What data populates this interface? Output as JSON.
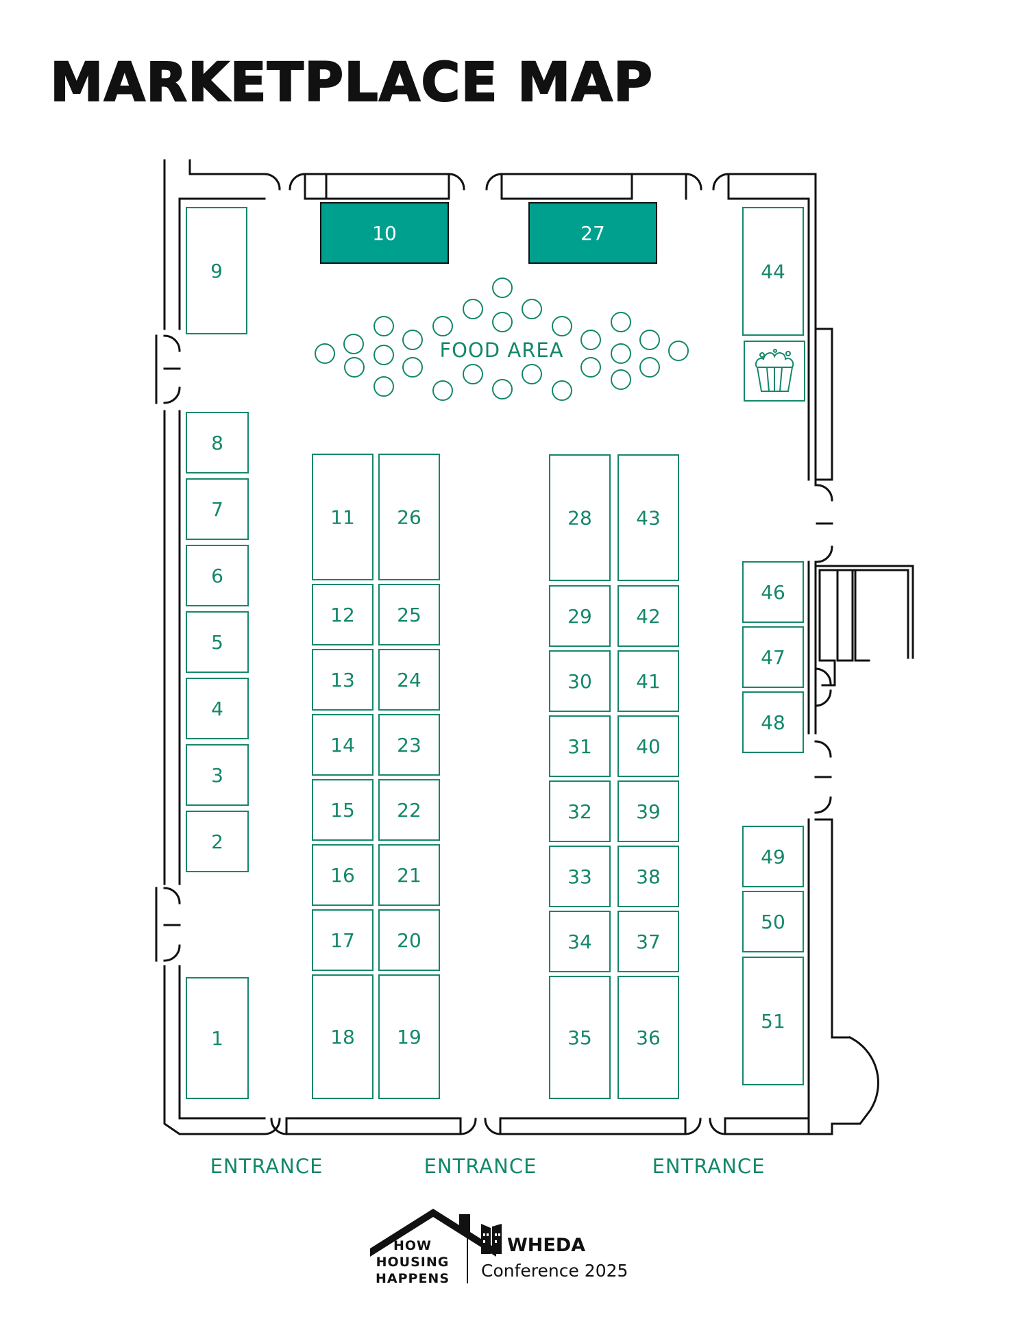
{
  "title": "MARKETPLACE MAP",
  "colors": {
    "accent": "#14876a",
    "highlight_fill": "#00a08f",
    "walls": "#111111"
  },
  "food_area_label": "FOOD AREA",
  "concession_icon": "popcorn-icon",
  "booths": [
    {
      "number": "1"
    },
    {
      "number": "2"
    },
    {
      "number": "3"
    },
    {
      "number": "4"
    },
    {
      "number": "5"
    },
    {
      "number": "6"
    },
    {
      "number": "7"
    },
    {
      "number": "8"
    },
    {
      "number": "9"
    },
    {
      "number": "10",
      "highlighted": true
    },
    {
      "number": "11"
    },
    {
      "number": "12"
    },
    {
      "number": "13"
    },
    {
      "number": "14"
    },
    {
      "number": "15"
    },
    {
      "number": "16"
    },
    {
      "number": "17"
    },
    {
      "number": "18"
    },
    {
      "number": "19"
    },
    {
      "number": "20"
    },
    {
      "number": "21"
    },
    {
      "number": "22"
    },
    {
      "number": "23"
    },
    {
      "number": "24"
    },
    {
      "number": "25"
    },
    {
      "number": "26"
    },
    {
      "number": "27",
      "highlighted": true
    },
    {
      "number": "28"
    },
    {
      "number": "29"
    },
    {
      "number": "30"
    },
    {
      "number": "31"
    },
    {
      "number": "32"
    },
    {
      "number": "33"
    },
    {
      "number": "34"
    },
    {
      "number": "35"
    },
    {
      "number": "36"
    },
    {
      "number": "37"
    },
    {
      "number": "38"
    },
    {
      "number": "39"
    },
    {
      "number": "40"
    },
    {
      "number": "41"
    },
    {
      "number": "42"
    },
    {
      "number": "43"
    },
    {
      "number": "44"
    },
    {
      "number": "46"
    },
    {
      "number": "47"
    },
    {
      "number": "48"
    },
    {
      "number": "49"
    },
    {
      "number": "50"
    },
    {
      "number": "51"
    }
  ],
  "entrances": [
    "ENTRANCE",
    "ENTRANCE",
    "ENTRANCE"
  ],
  "footer": {
    "hhh_line1": "HOW",
    "hhh_line2": "HOUSING",
    "hhh_line3": "HAPPENS",
    "wheda_name": "WHEDA",
    "conference": "Conference 2025"
  }
}
